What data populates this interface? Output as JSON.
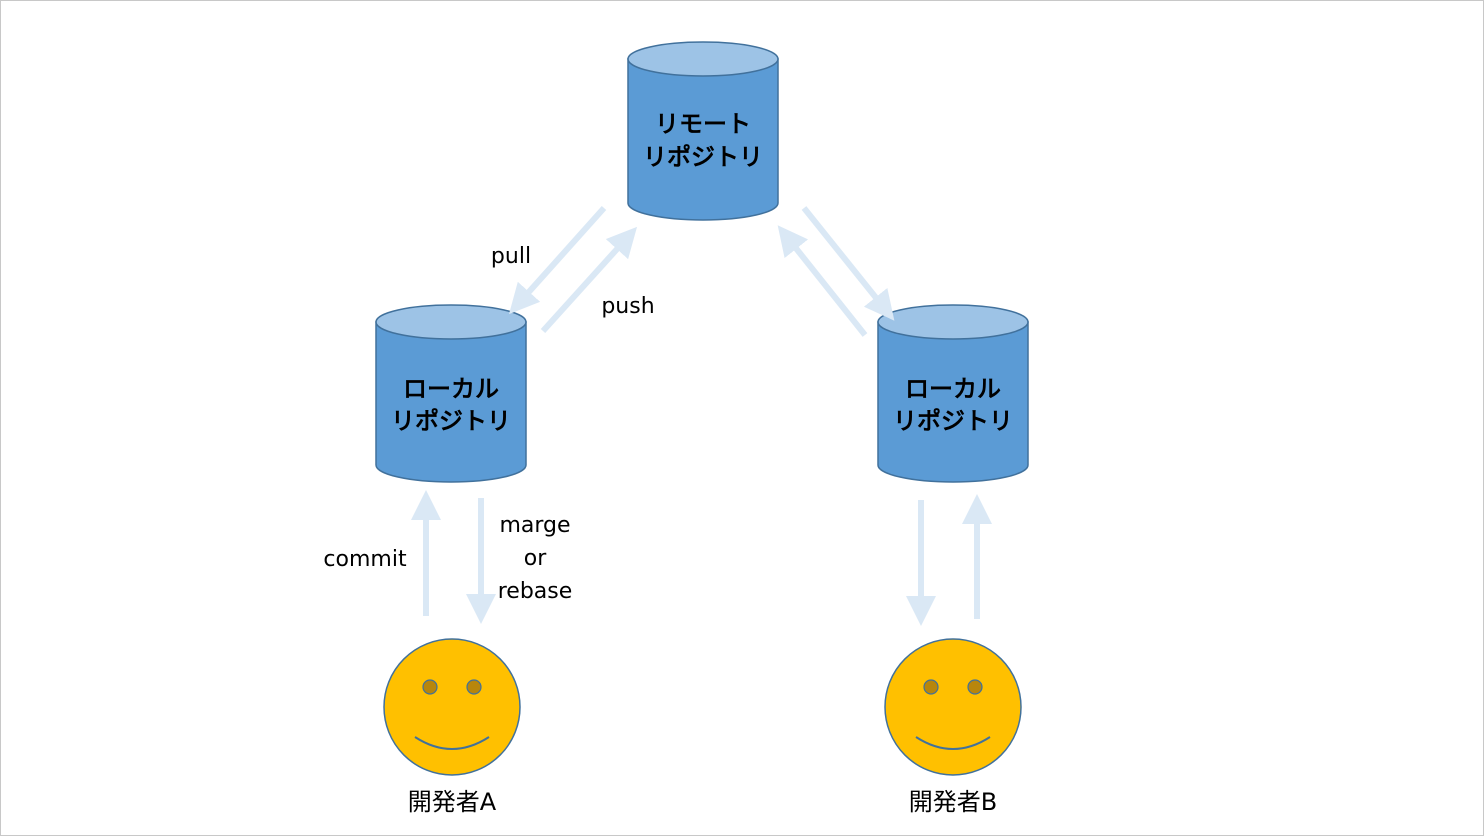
{
  "colors": {
    "cylinder_body": "#5b9bd5",
    "cylinder_top": "#9dc3e6",
    "cylinder_stroke": "#41719c",
    "arrow": "#dae8f5",
    "face": "#ffc000",
    "face_stroke": "#41719c",
    "eye": "#b8860b"
  },
  "nodes": {
    "remote": {
      "line1": "リモート",
      "line2": "リポジトリ"
    },
    "local_a": {
      "line1": "ローカル",
      "line2": "リポジトリ"
    },
    "local_b": {
      "line1": "ローカル",
      "line2": "リポジトリ"
    }
  },
  "people": {
    "a": {
      "label": "開発者A",
      "icon": "smiley-face-icon"
    },
    "b": {
      "label": "開発者B",
      "icon": "smiley-face-icon"
    }
  },
  "edges": {
    "pull": "pull",
    "push": "push",
    "commit": "commit",
    "merge_line1": "marge",
    "merge_line2": "or",
    "merge_line3": "rebase"
  }
}
